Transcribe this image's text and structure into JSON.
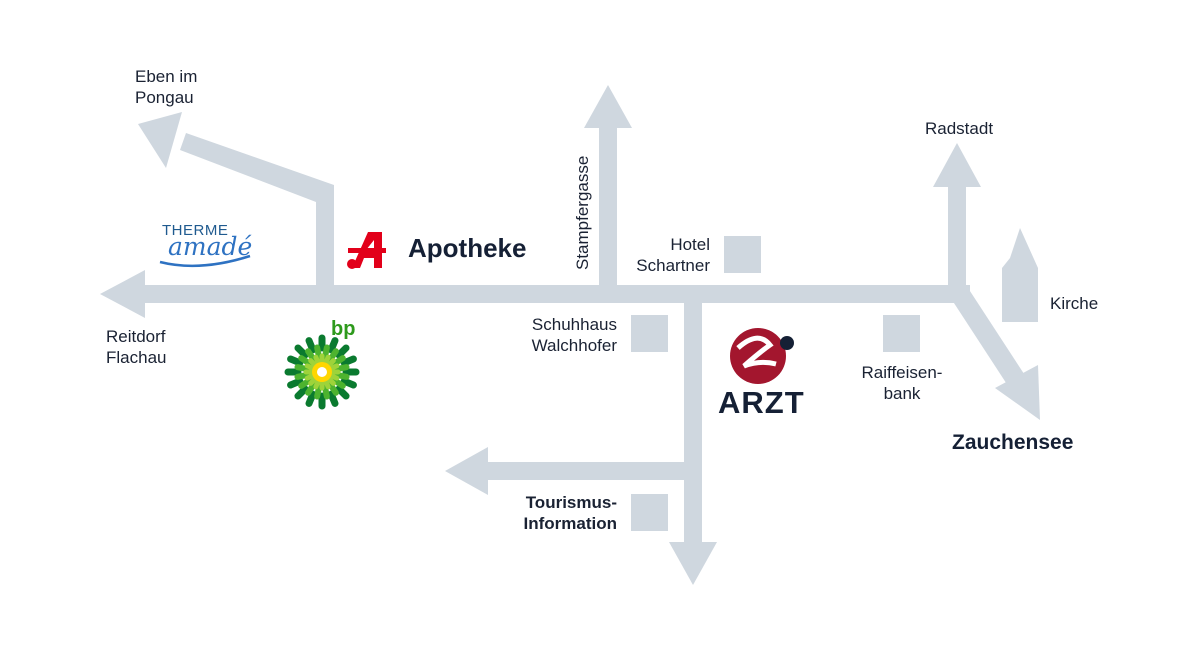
{
  "colors": {
    "road": "#cfd7df",
    "block": "#cfd7df",
    "text": "#1a2233",
    "apotheke_red": "#e2001a",
    "arzt_red": "#a3162e",
    "bp_green": "#2e9a1c",
    "bp_yellow": "#ffd600",
    "therme_blue": "#2e72c2"
  },
  "destinations": {
    "eben": [
      "Eben im",
      "Pongau"
    ],
    "reitdorf": [
      "Reitdorf",
      "Flachau"
    ],
    "radstadt": "Radstadt",
    "zauchensee": "Zauchensee"
  },
  "streets": {
    "stampfergasse": "Stampfergasse"
  },
  "places": {
    "apotheke": "Apotheke",
    "hotel": [
      "Hotel",
      "Schartner"
    ],
    "schuhhaus": [
      "Schuhhaus",
      "Walchhofer"
    ],
    "raiffeisen": [
      "Raiffeisen-",
      "bank"
    ],
    "kirche": "Kirche",
    "tourismus": [
      "Tourismus-",
      "Information"
    ],
    "arzt": "ARZT"
  },
  "logos": {
    "bp_text": "bp",
    "therme_top": "THERME",
    "therme_script": "amadé",
    "apotheke_icon": "apotheke-a-icon",
    "arzt_icon": "arzt-logo-icon",
    "bp_icon": "bp-helios-icon"
  }
}
